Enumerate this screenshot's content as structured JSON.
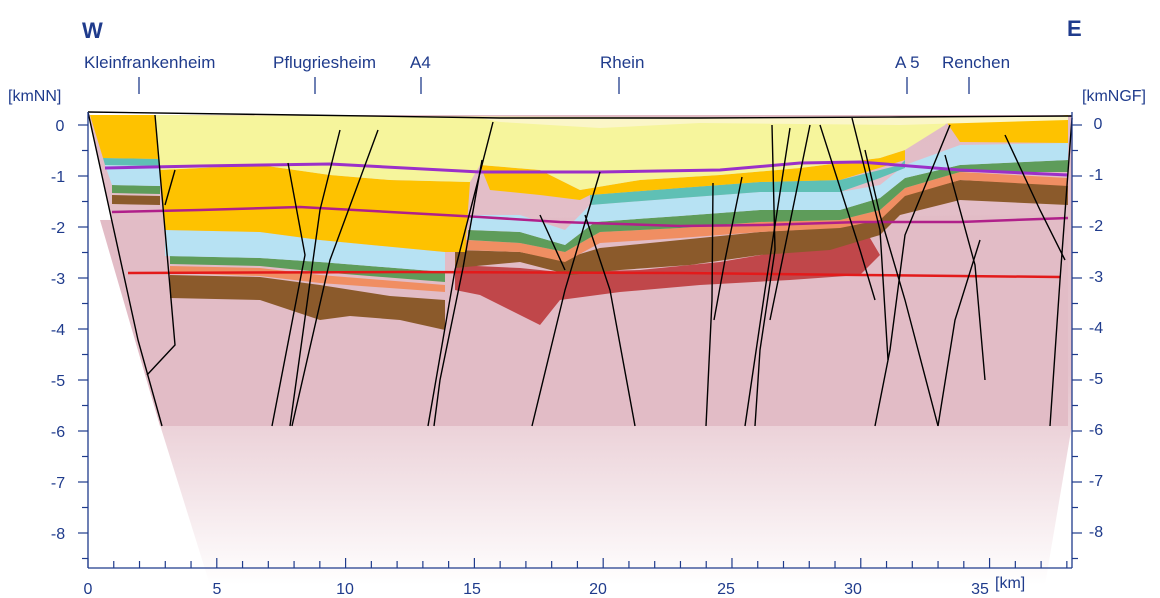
{
  "directions": {
    "west": "W",
    "east": "E"
  },
  "units": {
    "left": "[kmNN]",
    "right": "[kmNGF]",
    "bottom": "[km]"
  },
  "locations": [
    {
      "name": "Kleinfrankenheim",
      "km": 2
    },
    {
      "name": "Pflugriesheim",
      "km": 8.8
    },
    {
      "name": "A4",
      "km": 13
    },
    {
      "name": "Rhein",
      "km": 20.8
    },
    {
      "name": "A 5",
      "km": 32.2
    },
    {
      "name": "Renchen",
      "km": 34.6
    }
  ],
  "left_ticks": [
    "0",
    "-1",
    "-2",
    "-3",
    "-4",
    "-5",
    "-6",
    "-7",
    "-8"
  ],
  "right_ticks": [
    "0",
    "-1",
    "-2",
    "-3",
    "-4",
    "-5",
    "-6",
    "-7",
    "-8"
  ],
  "bottom_ticks": [
    "0",
    "5",
    "10",
    "15",
    "20",
    "25",
    "30",
    "35"
  ],
  "x_range_km": [
    0,
    38.2
  ],
  "depth_range_km": [
    0,
    -8.7
  ],
  "colors": {
    "axis": "#1f3b8c",
    "basement": "#e2bcc6",
    "quaternary": "#f6f59c",
    "tertiary_upper": "#fec200",
    "tertiary_teal": "#5fc0b5",
    "tertiary_blue": "#b7e2f3",
    "green": "#5e9c5a",
    "orange": "#f08e62",
    "brown": "#8b5a2b",
    "red_layer": "#c0474a",
    "horizon_purple": "#9b30c8",
    "horizon_magenta": "#b0208a",
    "horizon_red": "#e31a1a",
    "fault": "#000000"
  }
}
